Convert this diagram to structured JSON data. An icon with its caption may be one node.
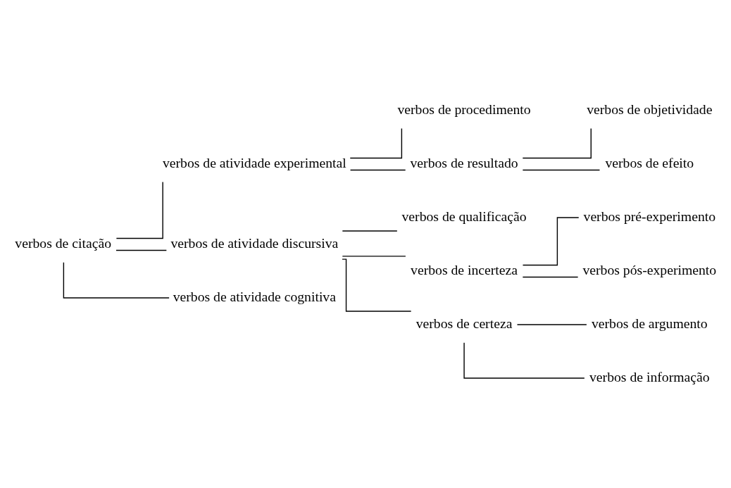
{
  "diagram": {
    "nodes": [
      {
        "text": [
          "verbos de citação"
        ]
      },
      {
        "text": [
          "verbos de atividade experimental"
        ]
      },
      {
        "text": [
          "verbos de procedimento"
        ]
      },
      {
        "text": [
          "verbos de resultado"
        ]
      },
      {
        "text": [
          "verbos de objetividade"
        ]
      },
      {
        "text": [
          "verbos de efeito"
        ]
      },
      {
        "text": [
          "verbos de atividade discursiva"
        ]
      },
      {
        "text": [
          "verbos de qualificação"
        ]
      },
      {
        "text": [
          "verbos de incerteza"
        ]
      },
      {
        "text": [
          "verbos pré-experimento"
        ]
      },
      {
        "text": [
          "verbos pós-experimento"
        ]
      },
      {
        "text": [
          "verbos de certeza"
        ]
      },
      {
        "text": [
          "verbos de argumento"
        ]
      },
      {
        "text": [
          "verbos de informação"
        ]
      },
      {
        "text": [
          "verbos de atividade cognitiva"
        ]
      }
    ],
    "edges": [
      {
        "from": 0,
        "to": 1,
        "arrow": "none"
      },
      {
        "from": 1,
        "to": 2,
        "arrow": "none"
      },
      {
        "from": 1,
        "to": 3,
        "arrow": "none"
      },
      {
        "from": 3,
        "to": 4,
        "arrow": "none"
      },
      {
        "from": 3,
        "to": 5,
        "arrow": "none"
      },
      {
        "from": 0,
        "to": 6,
        "arrow": "none"
      },
      {
        "from": 6,
        "to": 7,
        "arrow": "none"
      },
      {
        "from": 6,
        "to": 8,
        "arrow": "none"
      },
      {
        "from": 8,
        "to": 9,
        "arrow": "none"
      },
      {
        "from": 8,
        "to": 10,
        "arrow": "none"
      },
      {
        "from": 6,
        "to": 11,
        "arrow": "none"
      },
      {
        "from": 11,
        "to": 12,
        "arrow": "none"
      },
      {
        "from": 11,
        "to": 13,
        "arrow": "none"
      },
      {
        "from": 0,
        "to": 14,
        "arrow": "none"
      }
    ]
  }
}
